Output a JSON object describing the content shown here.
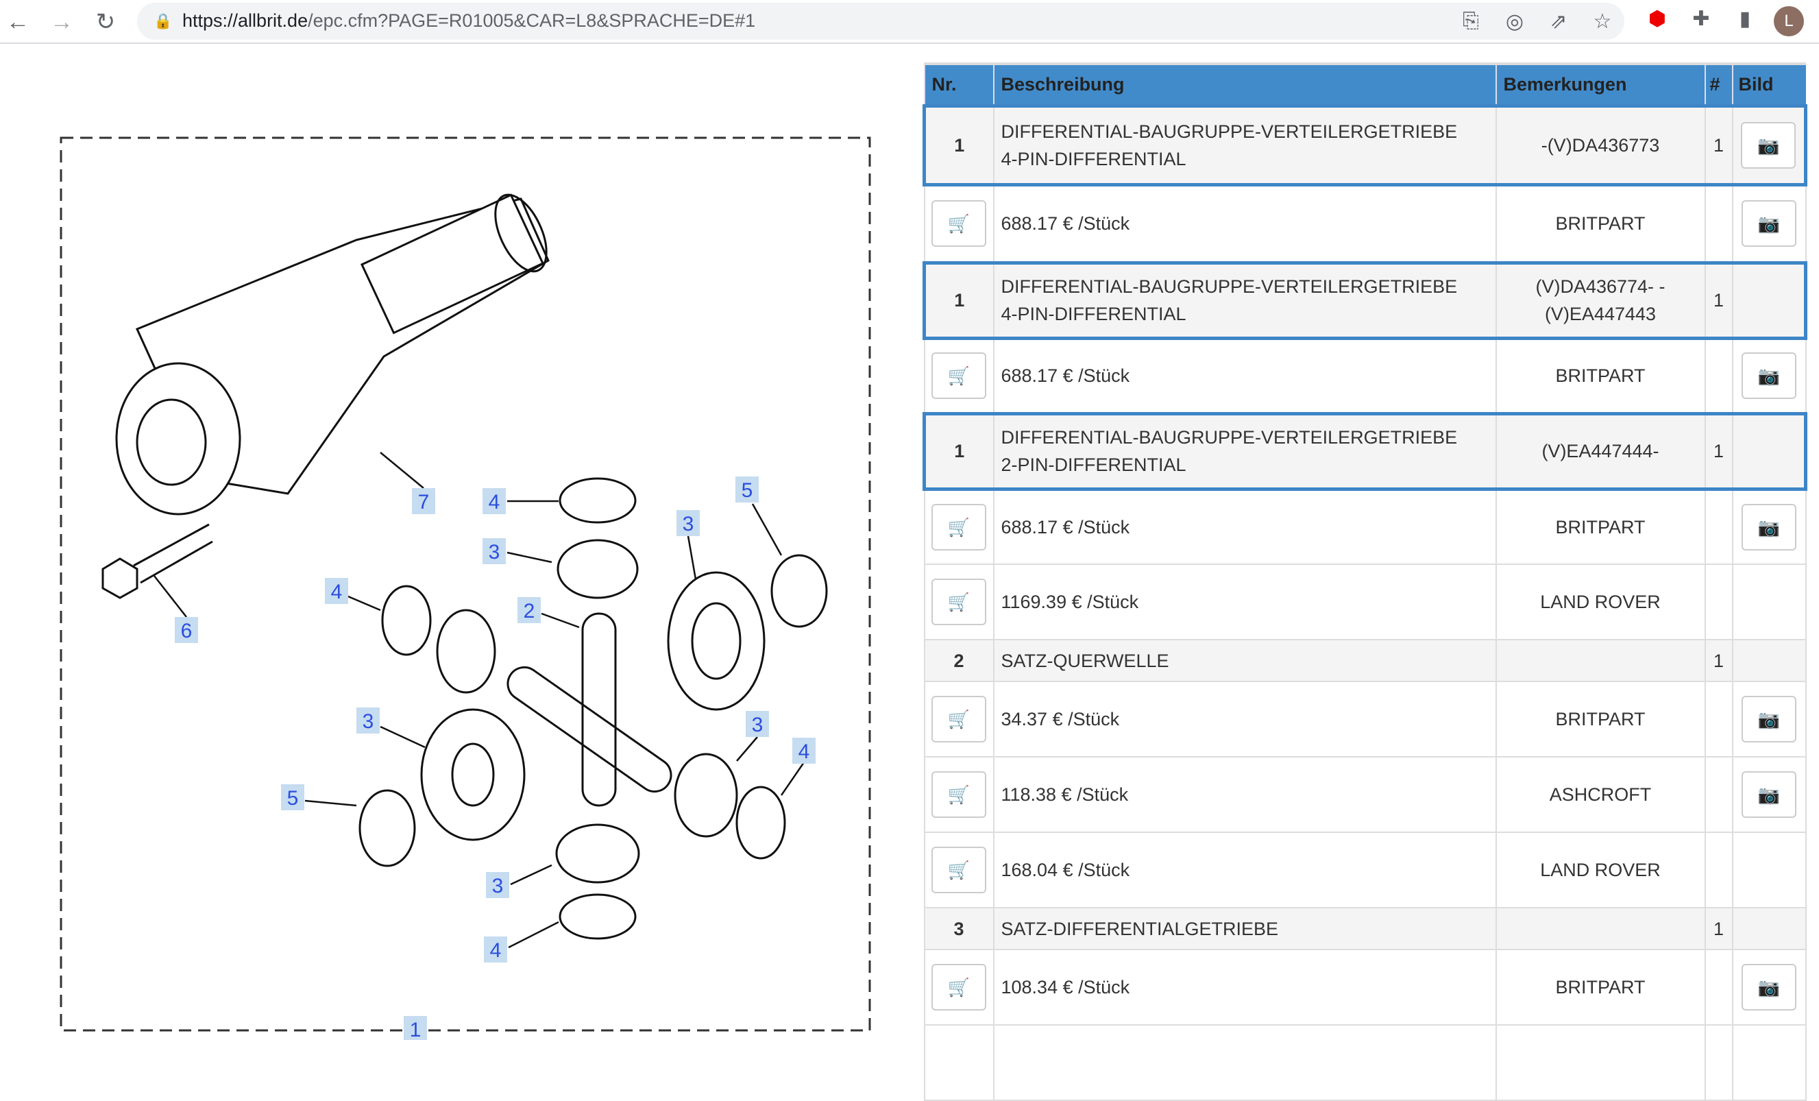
{
  "browser": {
    "url_host": "https://allbrit.de",
    "url_path": "/epc.cfm?PAGE=R01005&CAR=L8&SPRACHE=DE#1",
    "avatar_letter": "L"
  },
  "diagram": {
    "callouts": [
      "7",
      "4",
      "5",
      "3",
      "3",
      "4",
      "2",
      "6",
      "3",
      "3",
      "4",
      "5",
      "3",
      "4",
      "1"
    ]
  },
  "table": {
    "headers": [
      "Nr.",
      "Beschreibung",
      "Bemerkungen",
      "#",
      "Bild"
    ],
    "rows": [
      {
        "type": "part",
        "nr": "1",
        "desc1": "DIFFERENTIAL-BAUGRUPPE-VERTEILERGETRIEBE",
        "desc2": "4-PIN-DIFFERENTIAL",
        "remark1": "-(V)DA436773",
        "remark2": "",
        "qty": "1",
        "photo": true
      },
      {
        "type": "offer",
        "price": "688.17 € /Stück",
        "brand": "BRITPART",
        "photo": true
      },
      {
        "type": "part",
        "nr": "1",
        "desc1": "DIFFERENTIAL-BAUGRUPPE-VERTEILERGETRIEBE",
        "desc2": "4-PIN-DIFFERENTIAL",
        "remark1": "(V)DA436774- -",
        "remark2": "(V)EA447443",
        "qty": "1",
        "photo": false
      },
      {
        "type": "offer",
        "price": "688.17 € /Stück",
        "brand": "BRITPART",
        "photo": true
      },
      {
        "type": "part",
        "nr": "1",
        "desc1": "DIFFERENTIAL-BAUGRUPPE-VERTEILERGETRIEBE",
        "desc2": "2-PIN-DIFFERENTIAL",
        "remark1": "(V)EA447444-",
        "remark2": "",
        "qty": "1",
        "photo": false
      },
      {
        "type": "offer",
        "price": "688.17 € /Stück",
        "brand": "BRITPART",
        "photo": true
      },
      {
        "type": "offer",
        "price": "1169.39 € /Stück",
        "brand": "LAND ROVER",
        "photo": false
      },
      {
        "type": "group",
        "nr": "2",
        "desc": "SATZ-QUERWELLE",
        "qty": "1"
      },
      {
        "type": "offer",
        "price": "34.37 € /Stück",
        "brand": "BRITPART",
        "photo": true
      },
      {
        "type": "offer",
        "price": "118.38 € /Stück",
        "brand": "ASHCROFT",
        "photo": true
      },
      {
        "type": "offer",
        "price": "168.04 € /Stück",
        "brand": "LAND ROVER",
        "photo": false
      },
      {
        "type": "group",
        "nr": "3",
        "desc": "SATZ-DIFFERENTIALGETRIEBE",
        "qty": "1"
      },
      {
        "type": "offer",
        "price": "108.34 € /Stück",
        "brand": "BRITPART",
        "photo": true
      }
    ]
  },
  "icons": {
    "cart": "🛒",
    "camera": "📷"
  }
}
